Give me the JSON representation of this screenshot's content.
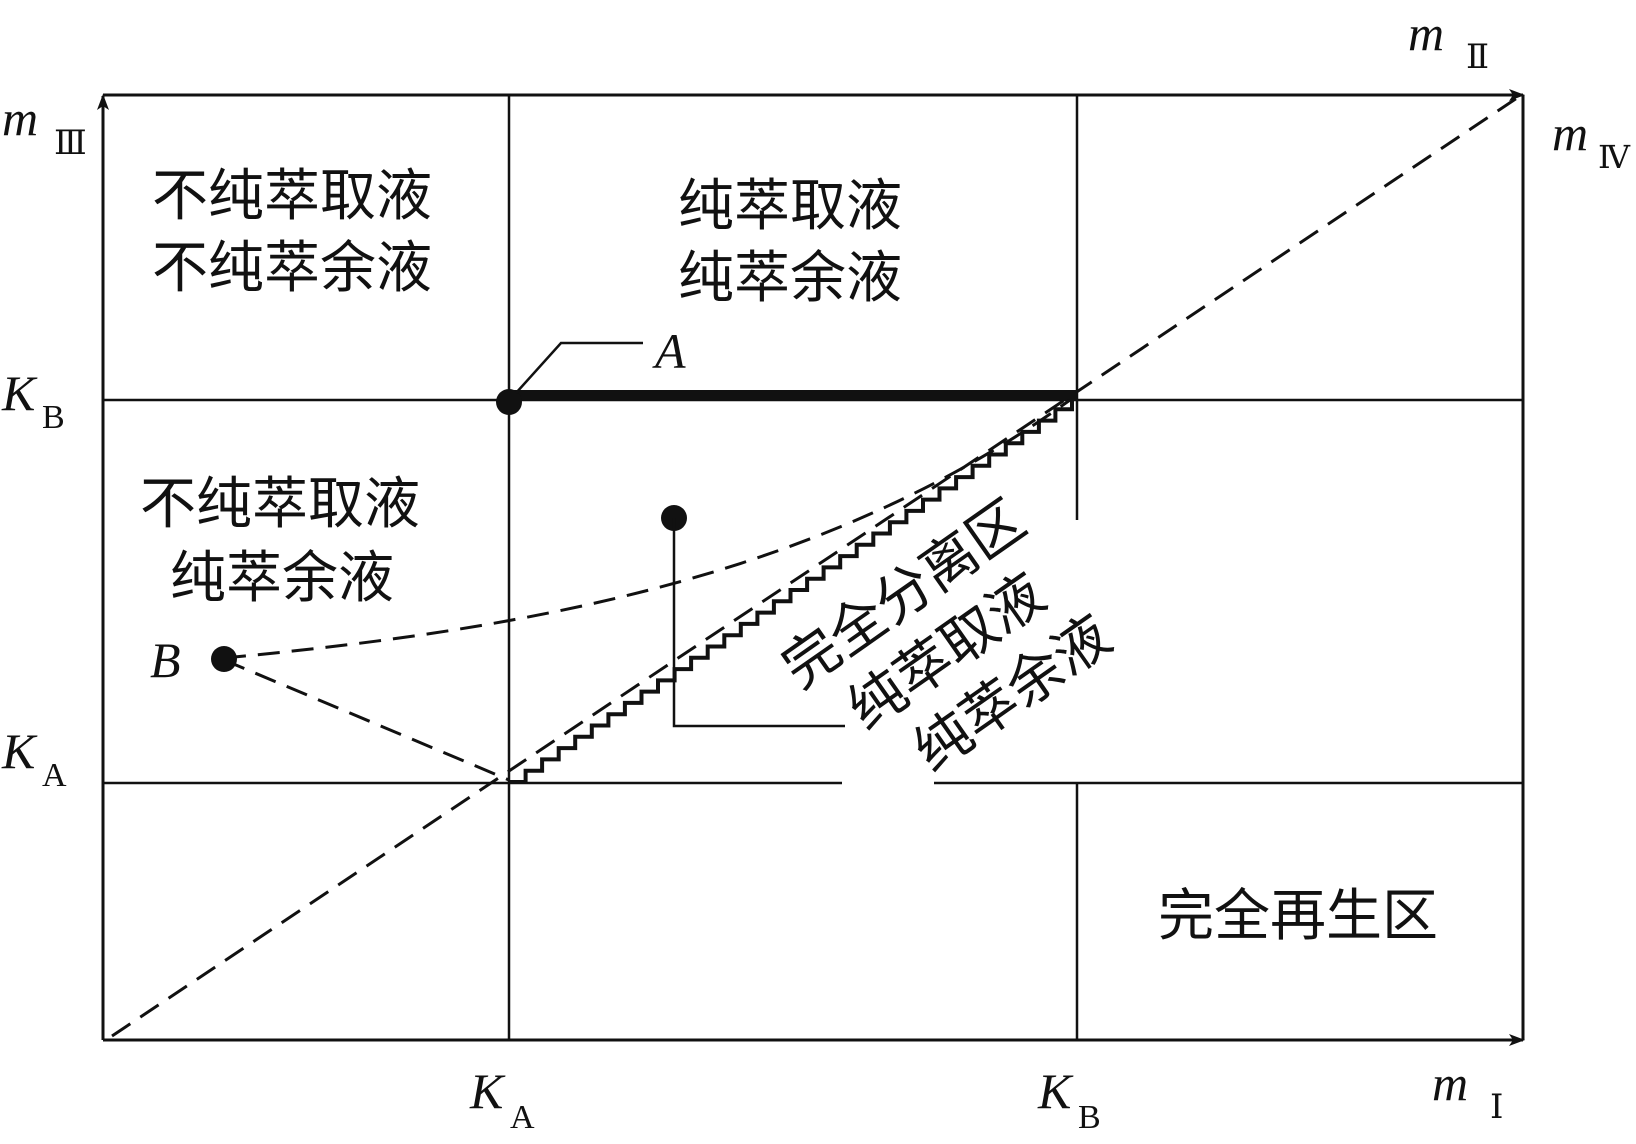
{
  "axes": {
    "bottom": {
      "var": "m",
      "sub": "Ⅰ"
    },
    "top": {
      "var": "m",
      "sub": "Ⅱ"
    },
    "left": {
      "var": "m",
      "sub": "Ⅲ"
    },
    "right": {
      "var": "m",
      "sub": "Ⅳ"
    },
    "x_ticks": [
      {
        "var": "K",
        "sub": "A"
      },
      {
        "var": "K",
        "sub": "B"
      }
    ],
    "y_ticks": [
      {
        "var": "K",
        "sub": "B"
      },
      {
        "var": "K",
        "sub": "A"
      }
    ]
  },
  "regions": {
    "top_left": [
      "不纯萃取液",
      "不纯萃余液"
    ],
    "top_middle": [
      "纯萃取液",
      "纯萃余液"
    ],
    "middle_left": [
      "不纯萃取液",
      "纯萃余液"
    ],
    "triangle": [
      "完全分离区",
      "纯萃取液",
      "纯萃余液"
    ],
    "bottom_right": [
      "完全再生区"
    ]
  },
  "points": {
    "A": "A",
    "B": "B"
  },
  "colors": {
    "ink": "#111111",
    "background": "#ffffff"
  }
}
